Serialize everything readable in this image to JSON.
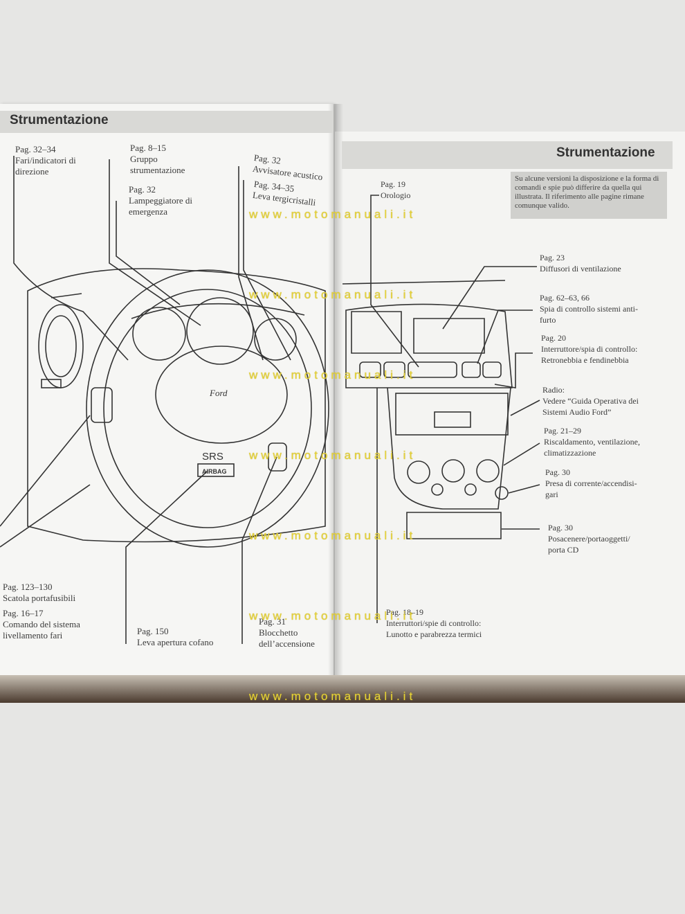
{
  "document": {
    "left_page": {
      "title": "Strumentazione",
      "labels": {
        "fari": [
          "Pag. 32–34",
          "Fari/indicatori di",
          "direzione"
        ],
        "gruppo": [
          "Pag. 8–15",
          "Gruppo",
          "strumentazione"
        ],
        "lampeggiatore": [
          "Pag. 32",
          "Lampeggiatore di",
          "emergenza"
        ],
        "avvisatore": [
          "Pag. 32",
          "Avvisatore acustico"
        ],
        "tergicristalli": [
          "Pag. 34–35",
          "Leva tergicristalli"
        ],
        "portafusibili": [
          "Pag. 123–130",
          "Scatola portafusibili"
        ],
        "livellamento": [
          "Pag. 16–17",
          "Comando del sistema",
          "livellamento fari"
        ],
        "cofano": [
          "Pag. 150",
          "Leva apertura cofano"
        ],
        "accensione": [
          "Pag. 31",
          "Blocchetto",
          "dell’accensione"
        ]
      },
      "diagram_text": {
        "brand": "Ford",
        "srs": "SRS",
        "airbag": "AIRBAG"
      }
    },
    "right_page": {
      "title": "Strumentazione",
      "note": "Su alcune versioni la disposizione e la forma di comandi e spie può differire da quella qui illustrata. Il riferimento alle pagine rimane comunque valido.",
      "labels": {
        "orologio": [
          "Pag. 19",
          "Orologio"
        ],
        "diffusori": [
          "Pag. 23",
          "Diffusori di ventilazione"
        ],
        "antifurto": [
          "Pag. 62–63, 66",
          "Spia di controllo sistemi anti-",
          "furto"
        ],
        "retronebbia": [
          "Pag. 20",
          "Interruttore/spia di controllo:",
          "Retronebbia e fendinebbia"
        ],
        "radio": [
          "Radio:",
          "Vedere “Guida Operativa dei",
          "Sistemi Audio Ford”"
        ],
        "riscaldamento": [
          "Pag. 21–29",
          "Riscaldamento, ventilazione,",
          "climatizzazione"
        ],
        "presa": [
          "Pag. 30",
          "Presa di corrente/accendisi-",
          "gari"
        ],
        "posacenere": [
          "Pag. 30",
          "Posacenere/portaoggetti/",
          "porta CD"
        ],
        "lunotto": [
          "Pag. 18–19",
          "Interruttori/spie di controllo:",
          "Lunotto e parabrezza termici"
        ]
      }
    },
    "watermark": "www.motomanuali.it"
  }
}
